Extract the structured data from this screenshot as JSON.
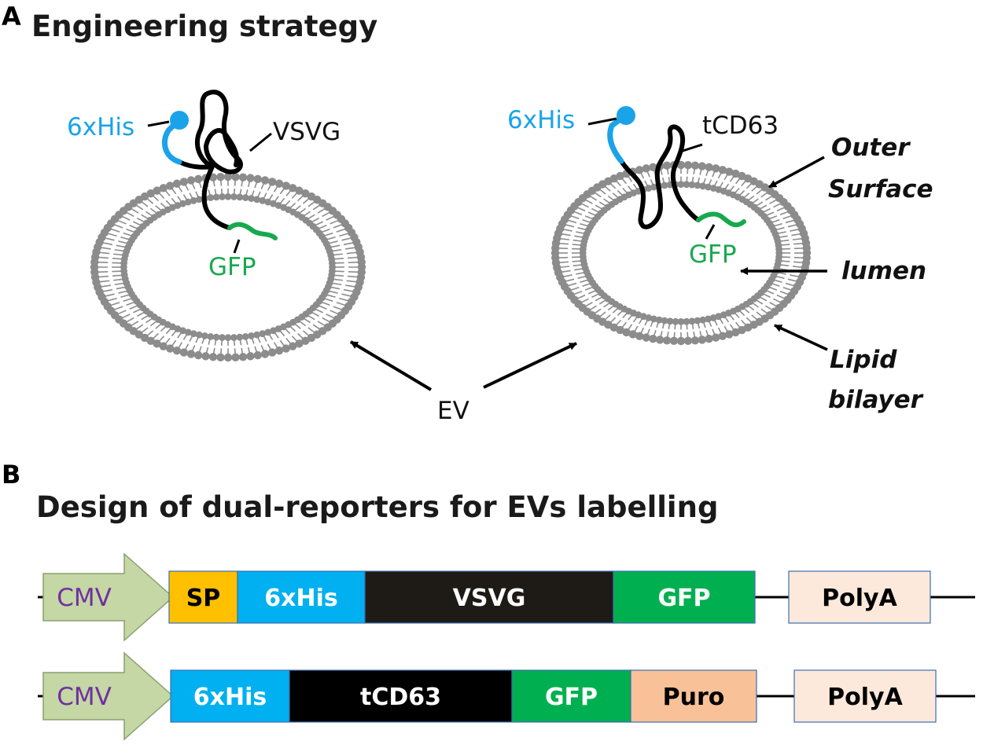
{
  "panel_a": {
    "letter": "A",
    "title": "Engineering strategy",
    "left_ev": {
      "his_label": "6xHis",
      "protein_label": "VSVG",
      "gfp_label": "GFP"
    },
    "right_ev": {
      "his_label": "6xHis",
      "protein_label": "tCD63",
      "gfp_label": "GFP",
      "outer_surface": [
        "Outer",
        "Surface"
      ],
      "lumen": "lumen",
      "lipid_bilayer": [
        "Lipid",
        "bilayer"
      ]
    },
    "ev_label": "EV"
  },
  "panel_b": {
    "letter": "B",
    "title": "Design of dual-reporters for EVs labelling",
    "constructs": [
      {
        "promoter": "CMV",
        "segments": [
          {
            "label": "SP",
            "color": "#ffc000",
            "text_color": "#000000"
          },
          {
            "label": "6xHis",
            "color": "#00b0f0",
            "text_color": "#ffffff"
          },
          {
            "label": "VSVG",
            "color": "#1e1a16",
            "text_color": "#ffffff"
          },
          {
            "label": "GFP",
            "color": "#00b050",
            "text_color": "#ffffff"
          }
        ],
        "polya": "PolyA"
      },
      {
        "promoter": "CMV",
        "segments": [
          {
            "label": "6xHis",
            "color": "#00b0f0",
            "text_color": "#ffffff"
          },
          {
            "label": "tCD63",
            "color": "#000000",
            "text_color": "#ffffff"
          },
          {
            "label": "GFP",
            "color": "#00b050",
            "text_color": "#ffffff"
          },
          {
            "label": "Puro",
            "color": "#f8c198",
            "text_color": "#000000"
          }
        ],
        "polya": "PolyA"
      }
    ]
  },
  "colors": {
    "his_blue": "#1aa3e8",
    "gfp_green": "#18a84e",
    "membrane_gray": "#8c8c8c",
    "cmv_arrow": "#c4d7a4",
    "cmv_text": "#7030a0",
    "polya_box": "#fde9db"
  }
}
